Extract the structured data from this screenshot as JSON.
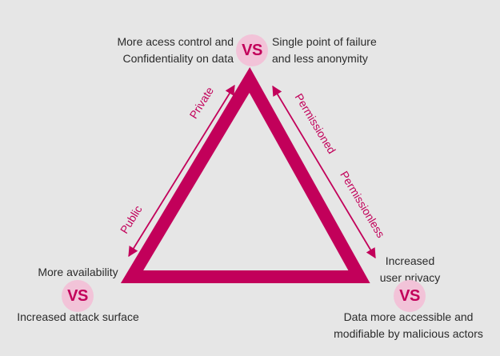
{
  "colors": {
    "accent": "#c2005a",
    "badge_bg": "#f2c3d8",
    "background": "#e6e6e6",
    "text": "#2b2b2b"
  },
  "vs_label": "VS",
  "top": {
    "left_line1": "More acess control and",
    "left_line2": "Confidentiality on data",
    "right_line1": "Single point of failure",
    "right_line2": "and less anonymity"
  },
  "left_corner": {
    "top_line": "More availability",
    "bottom_line": "Increased attack surface"
  },
  "right_corner": {
    "top_line1": "Increased",
    "top_line2": "user privacy",
    "bottom_line1": "Data more accessible and",
    "bottom_line2": "modifiable by malicious actors"
  },
  "axis_labels": {
    "private": "Private",
    "public": "Public",
    "permissioned": "Permissioned",
    "permissionless": "Permissionless"
  }
}
